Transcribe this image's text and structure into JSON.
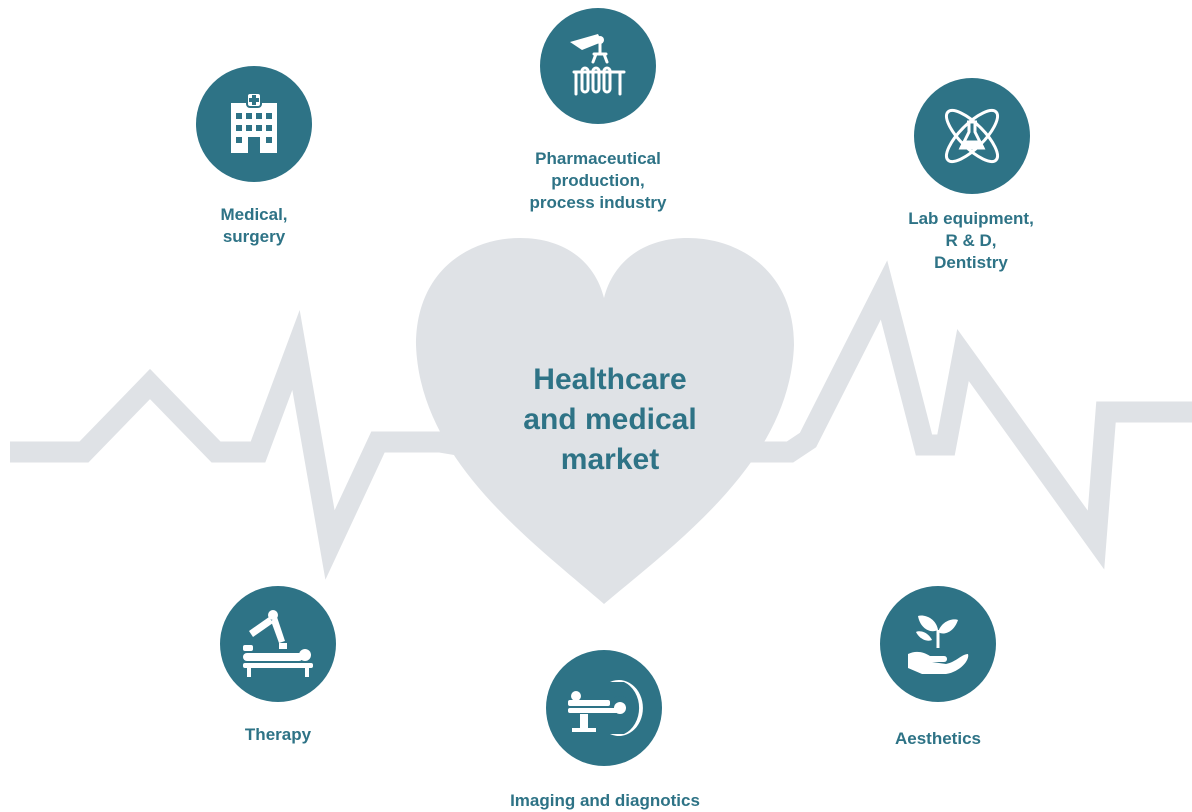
{
  "center": {
    "lines": [
      "Healthcare",
      "and medical",
      "market"
    ]
  },
  "segments": [
    {
      "id": "medical",
      "icon": "hospital-icon",
      "lines": [
        "Medical,",
        "surgery"
      ]
    },
    {
      "id": "pharma",
      "icon": "robotic-arm-test-tubes-icon",
      "lines": [
        "Pharmaceutical",
        "production,",
        "process industry"
      ]
    },
    {
      "id": "lab",
      "icon": "atom-flask-icon",
      "lines": [
        "Lab equipment,",
        "R & D,",
        "Dentistry"
      ]
    },
    {
      "id": "therapy",
      "icon": "robot-massage-therapy-icon",
      "lines": [
        "Therapy"
      ]
    },
    {
      "id": "imaging",
      "icon": "mri-scanner-icon",
      "lines": [
        "Imaging and diagnotics"
      ]
    },
    {
      "id": "aesthetics",
      "icon": "hand-plant-icon",
      "lines": [
        "Aesthetics"
      ]
    }
  ],
  "colors": {
    "accent": "#2e7386",
    "background_shape": "#dfe2e6"
  }
}
